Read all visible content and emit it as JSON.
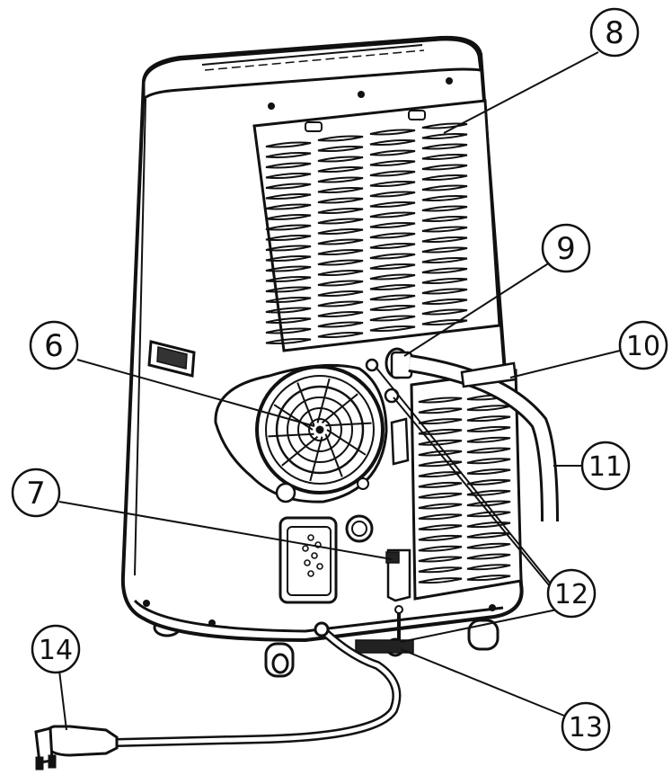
{
  "colors": {
    "line": "#111111",
    "fill_unit": "#ffffff",
    "fill_dark": "#222222",
    "background": "#ffffff"
  },
  "callouts": [
    {
      "id": "6",
      "label": "6"
    },
    {
      "id": "7",
      "label": "7"
    },
    {
      "id": "8",
      "label": "8"
    },
    {
      "id": "9",
      "label": "9"
    },
    {
      "id": "10",
      "label": "10"
    },
    {
      "id": "11",
      "label": "11"
    },
    {
      "id": "12",
      "label": "12"
    },
    {
      "id": "13",
      "label": "13"
    },
    {
      "id": "14",
      "label": "14"
    }
  ]
}
